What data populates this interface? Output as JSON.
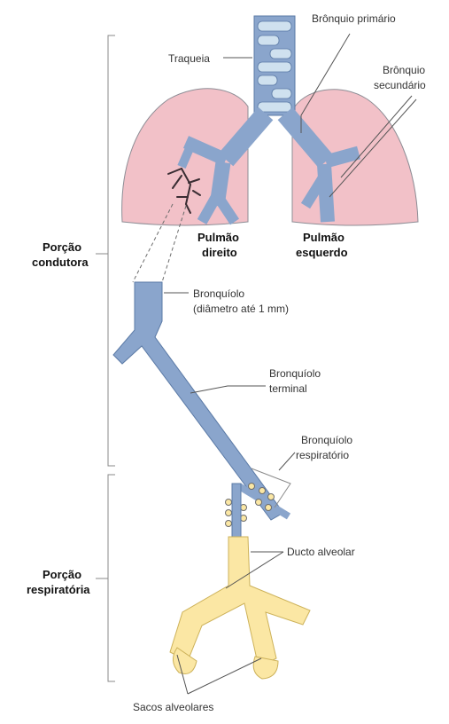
{
  "figure": {
    "labels": {
      "traqueia": "Traqueia",
      "bronquio_primario": "Brônquio primário",
      "bronquio_secundario_1": "Brônquio",
      "bronquio_secundario_2": "secundário",
      "pulmao_direito_1": "Pulmão",
      "pulmao_direito_2": "direito",
      "pulmao_esquerdo_1": "Pulmão",
      "pulmao_esquerdo_2": "esquerdo",
      "porcao_condutora_1": "Porção",
      "porcao_condutora_2": "condutora",
      "bronquiolo_1": "Bronquíolo",
      "bronquiolo_2": "(diâmetro até 1 mm)",
      "bronquiolo_terminal_1": "Bronquíolo",
      "bronquiolo_terminal_2": "terminal",
      "bronquiolo_respiratorio_1": "Bronquíolo",
      "bronquiolo_respiratorio_2": "respiratório",
      "porcao_respiratoria_1": "Porção",
      "porcao_respiratoria_2": "respiratória",
      "ducto_alveolar": "Ducto alveolar",
      "sacos_alveolares": "Sacos alveolares"
    },
    "colors": {
      "lung": "#f2c1c8",
      "lung_stroke": "#8d8d95",
      "airway": "#8aa5cc",
      "airway_stroke": "#5b7aa6",
      "cartilage": "#cfe1ef",
      "alveolar": "#fbe7a4",
      "alveolar_stroke": "#cdb25a",
      "small_bronchi": "#3a2d33"
    }
  }
}
